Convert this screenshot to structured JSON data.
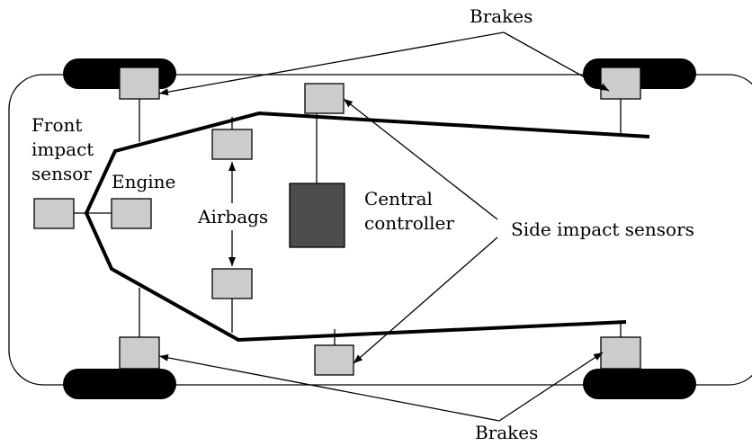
{
  "labels": {
    "brakes_top": "Brakes",
    "brakes_bottom": "Brakes",
    "front_impact_line1": "Front",
    "front_impact_line2": "impact",
    "front_impact_line3": "sensor",
    "engine": "Engine",
    "airbags": "Airbags",
    "central_line1": "Central",
    "central_line2": "controller",
    "side_impact": "Side impact sensors"
  },
  "colors": {
    "component_fill": "#cccccc",
    "controller_fill": "#4d4d4d",
    "wheel_fill": "#000000",
    "bus_stroke": "#000000"
  }
}
